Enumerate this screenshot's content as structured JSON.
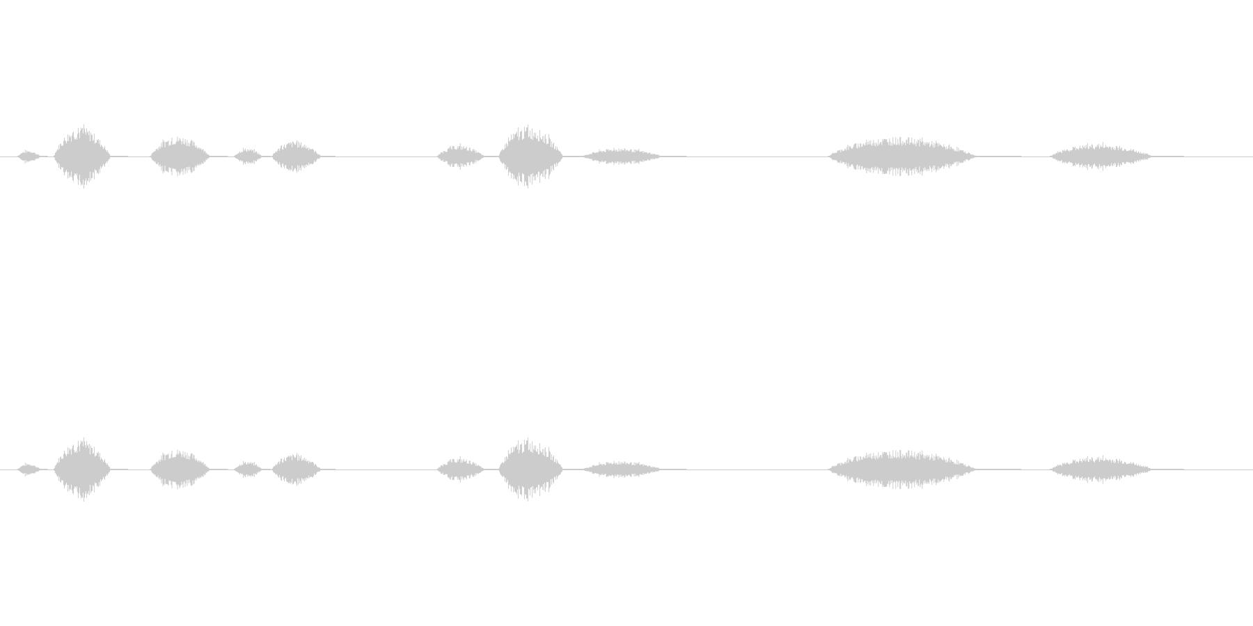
{
  "colors": {
    "background": "#ffffff",
    "waveform": "#cccccc",
    "baseline": "#cccccc"
  },
  "channels": [
    {
      "name": "",
      "segments": [
        {
          "start": 0.014,
          "end": 0.038,
          "peak": 0.12
        },
        {
          "start": 0.043,
          "end": 0.102,
          "peak": 0.58
        },
        {
          "start": 0.12,
          "end": 0.182,
          "peak": 0.4
        },
        {
          "start": 0.187,
          "end": 0.216,
          "peak": 0.16
        },
        {
          "start": 0.217,
          "end": 0.268,
          "peak": 0.3
        },
        {
          "start": 0.349,
          "end": 0.398,
          "peak": 0.22
        },
        {
          "start": 0.398,
          "end": 0.465,
          "peak": 0.58
        },
        {
          "start": 0.465,
          "end": 0.548,
          "peak": 0.16
        },
        {
          "start": 0.661,
          "end": 0.815,
          "peak": 0.38
        },
        {
          "start": 0.838,
          "end": 0.945,
          "peak": 0.24
        }
      ]
    },
    {
      "name": "",
      "segments": [
        {
          "start": 0.014,
          "end": 0.038,
          "peak": 0.12
        },
        {
          "start": 0.043,
          "end": 0.102,
          "peak": 0.58
        },
        {
          "start": 0.12,
          "end": 0.182,
          "peak": 0.4
        },
        {
          "start": 0.187,
          "end": 0.216,
          "peak": 0.16
        },
        {
          "start": 0.217,
          "end": 0.268,
          "peak": 0.3
        },
        {
          "start": 0.349,
          "end": 0.398,
          "peak": 0.22
        },
        {
          "start": 0.398,
          "end": 0.465,
          "peak": 0.58
        },
        {
          "start": 0.465,
          "end": 0.548,
          "peak": 0.16
        },
        {
          "start": 0.661,
          "end": 0.815,
          "peak": 0.38
        },
        {
          "start": 0.838,
          "end": 0.945,
          "peak": 0.24
        }
      ]
    }
  ]
}
